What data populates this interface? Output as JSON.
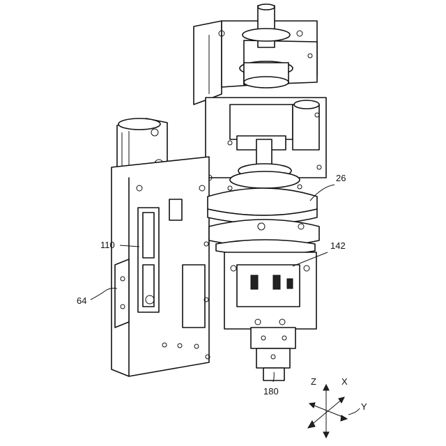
{
  "labels": {
    "ref_26": "26",
    "ref_142": "142",
    "ref_110": "110",
    "ref_64": "64",
    "ref_180": "180"
  },
  "axes": {
    "z": "Z",
    "x": "X",
    "y": "Y"
  }
}
